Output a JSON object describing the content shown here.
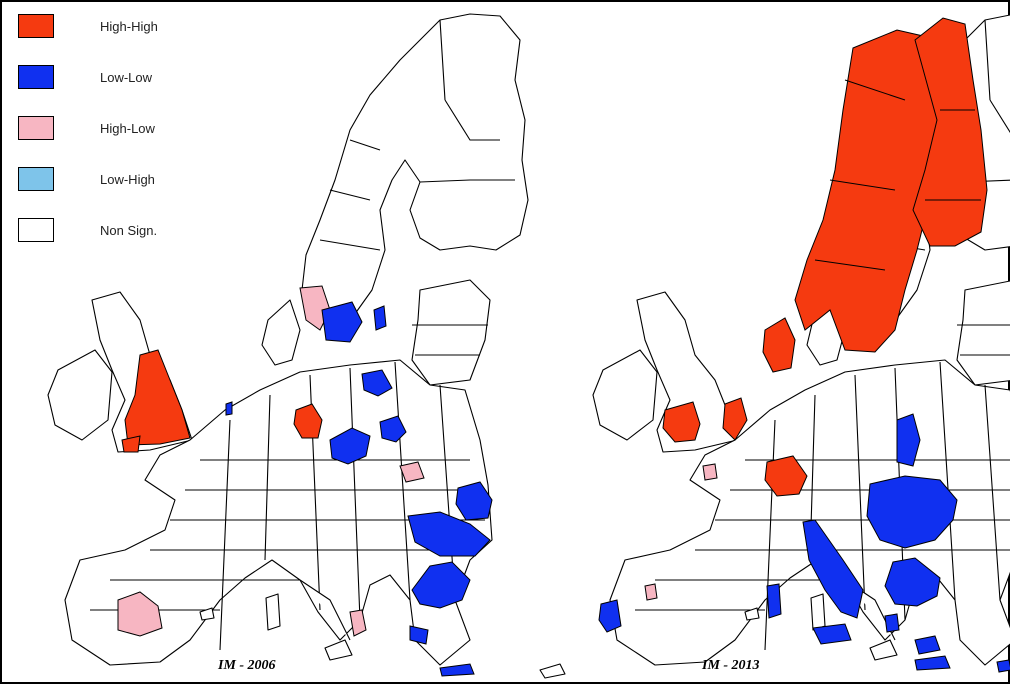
{
  "legend": {
    "items": [
      {
        "label": "High-High",
        "color": "#f53a10"
      },
      {
        "label": "Low-Low",
        "color": "#1030f0"
      },
      {
        "label": "High-Low",
        "color": "#f7b6c2"
      },
      {
        "label": "Low-High",
        "color": "#7ec4ea"
      },
      {
        "label": "Non Sign.",
        "color": "#ffffff"
      }
    ]
  },
  "maps": [
    {
      "caption": "IM - 2006"
    },
    {
      "caption": "IM - 2013"
    }
  ],
  "colors": {
    "high_high": "#f53a10",
    "low_low": "#1030f0",
    "high_low": "#f7b6c2",
    "outline": "#000000"
  }
}
